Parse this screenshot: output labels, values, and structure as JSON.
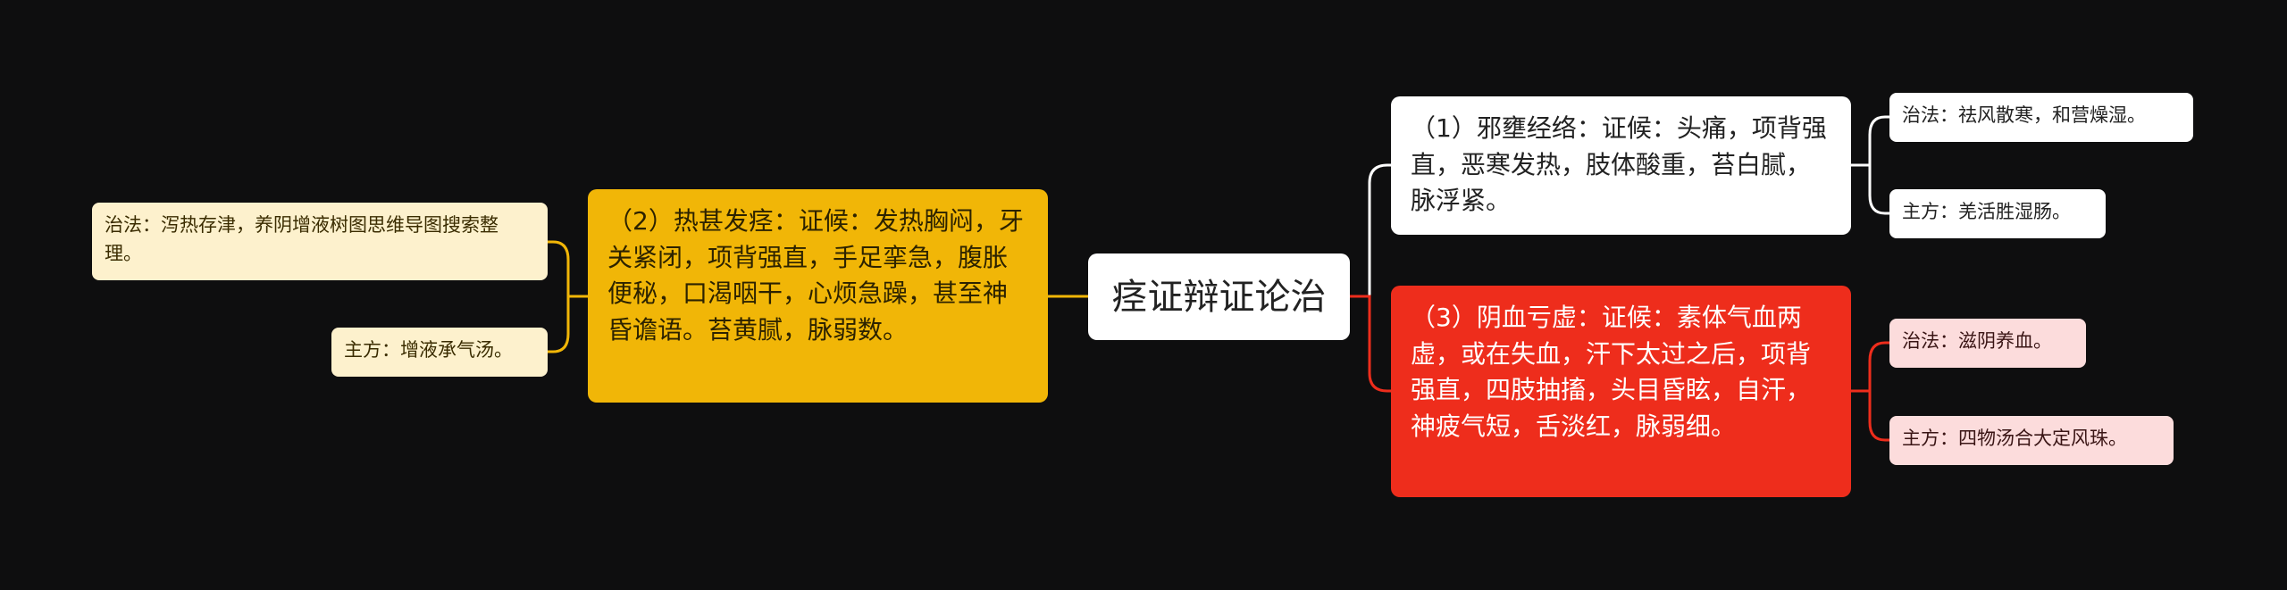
{
  "mindmap": {
    "root": {
      "label": "痉证辩证论治"
    },
    "branches": [
      {
        "label": "（1）邪壅经络：证候：头痛，项背强直，恶寒发热，肢体酸重，苔白腻，脉浮紧。",
        "color": "#ffffff",
        "children": [
          {
            "label": "治法：祛风散寒，和营燥湿。"
          },
          {
            "label": "主方：羌活胜湿肠。"
          }
        ]
      },
      {
        "label": "（2）热甚发痉：证候：发热胸闷，牙关紧闭，项背强直，手足挛急，腹胀便秘，口渴咽干，心烦急躁，甚至神昏谵语。苔黄腻，脉弱数。",
        "color": "#f1b607",
        "children": [
          {
            "label": "治法：泻热存津，养阴增液树图思维导图搜索整理。"
          },
          {
            "label": "主方：增液承气汤。"
          }
        ]
      },
      {
        "label": "（3）阴血亏虚：证候：素体气血两虚，或在失血，汗下太过之后，项背强直，四肢抽搐，头目昏眩，自汗，神疲气短，舌淡红，脉弱细。",
        "color": "#ee2d1c",
        "children": [
          {
            "label": "治法：滋阴养血。"
          },
          {
            "label": "主方：四物汤合大定风珠。"
          }
        ]
      }
    ]
  }
}
